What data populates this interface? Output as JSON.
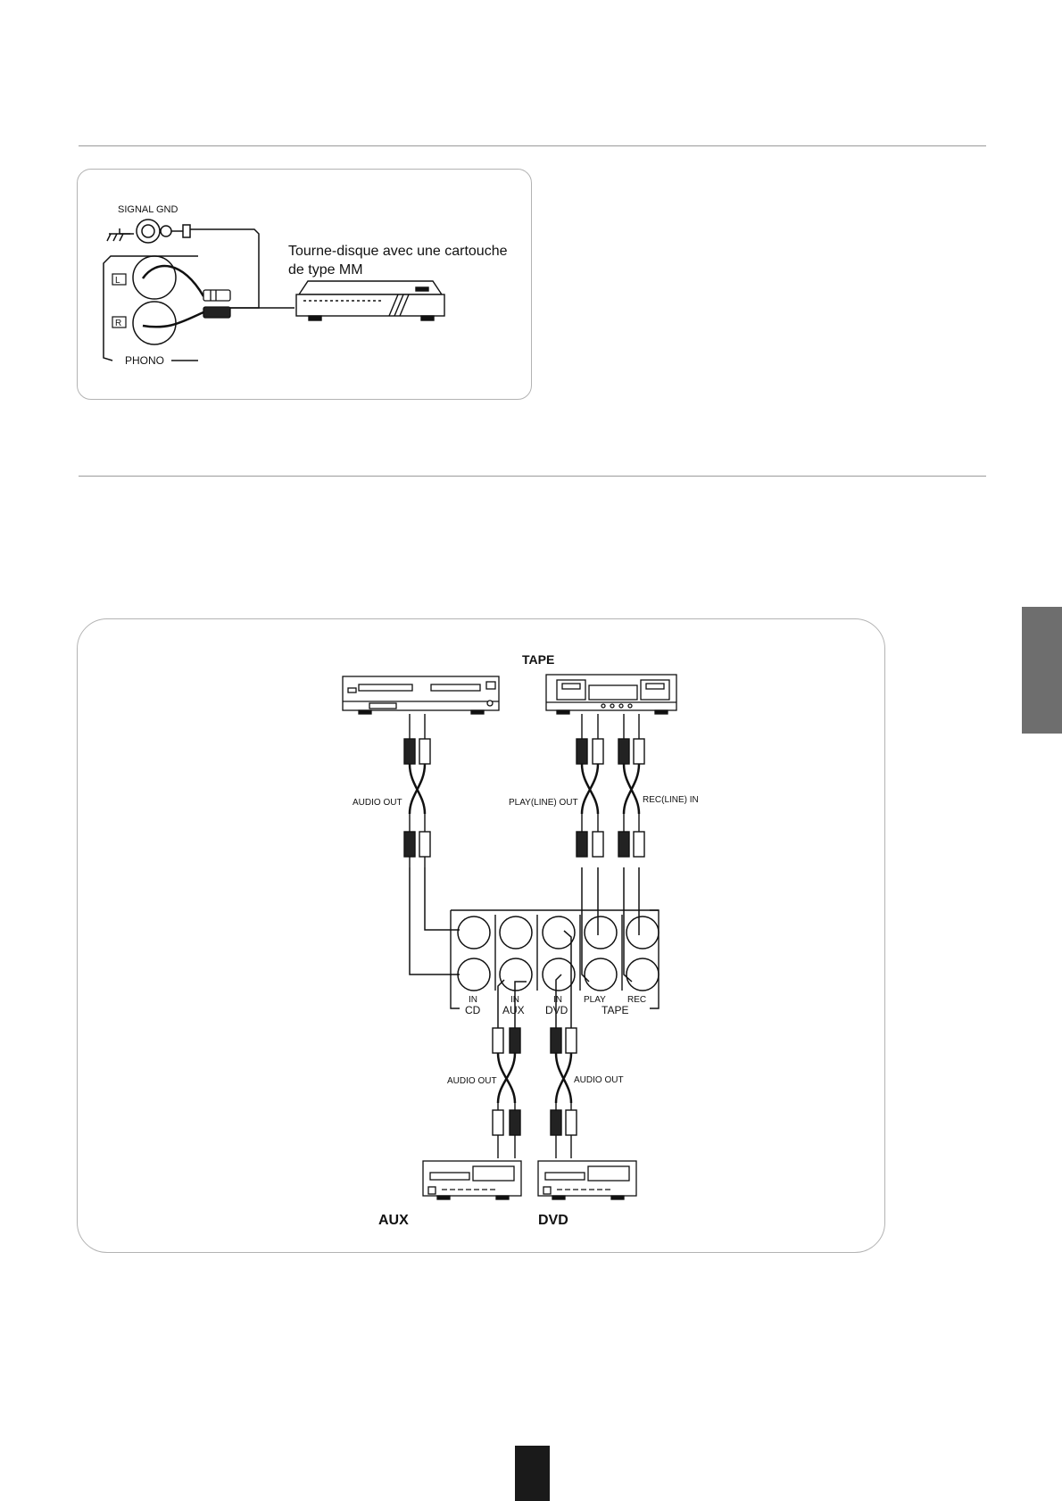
{
  "phono_diagram": {
    "signal_gnd_label": "SIGNAL GND",
    "left_label": "L",
    "right_label": "R",
    "phono_label": "PHONO",
    "turntable_caption_line1": "Tourne-disque avec une cartouche",
    "turntable_caption_line2": "de type MM"
  },
  "source_diagram": {
    "tape_label": "TAPE",
    "cd_audio_out": "AUDIO OUT",
    "tape_play_out": "PLAY(LINE) OUT",
    "tape_rec_in": "REC(LINE) IN",
    "aux_audio_out": "AUDIO OUT",
    "dvd_audio_out": "AUDIO OUT",
    "jack_in_cd": "IN",
    "jack_in_aux": "IN",
    "jack_in_dvd": "IN",
    "jack_play": "PLAY",
    "jack_rec": "REC",
    "group_cd": "CD",
    "group_aux": "AUX",
    "group_dvd": "DVD",
    "group_tape": "TAPE",
    "aux_device_label": "AUX",
    "dvd_device_label": "DVD"
  },
  "colors": {
    "rule": "#9a9a9a",
    "panel_border": "#b3b3b3",
    "side_tab": "#6e6e6e",
    "page_block": "#1a1a1a"
  }
}
